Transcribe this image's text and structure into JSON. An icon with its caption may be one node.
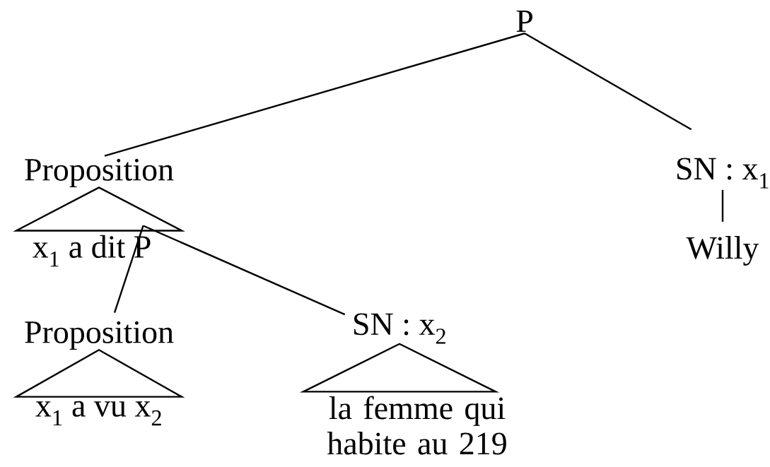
{
  "diagram": {
    "nodes": [
      {
        "text": [
          "P"
        ]
      },
      {
        "text": [
          "Proposition"
        ]
      },
      {
        "text": [
          "x$_{1}$ a dit P"
        ]
      },
      {
        "text": [
          "SN : x$_{1}$"
        ]
      },
      {
        "text": [
          "Willy"
        ]
      },
      {
        "text": [
          "Proposition"
        ]
      },
      {
        "text": [
          "x$_{1}$ a vu x$_{2}$"
        ]
      },
      {
        "text": [
          "SN : x$_{2}$"
        ]
      },
      {
        "text": [
          "la femme qui habite au 219"
        ]
      }
    ],
    "edges": [
      {
        "from": 0,
        "to": 1,
        "arrow": "none"
      },
      {
        "from": 0,
        "to": 3,
        "arrow": "none"
      },
      {
        "from": 1,
        "to": 2,
        "arrow": "none"
      },
      {
        "from": 3,
        "to": 4,
        "arrow": "none"
      },
      {
        "from": 2,
        "to": 5,
        "arrow": "none"
      },
      {
        "from": 2,
        "to": 7,
        "arrow": "none"
      },
      {
        "from": 5,
        "to": 6,
        "arrow": "none"
      },
      {
        "from": 7,
        "to": 8,
        "arrow": "none"
      }
    ]
  }
}
